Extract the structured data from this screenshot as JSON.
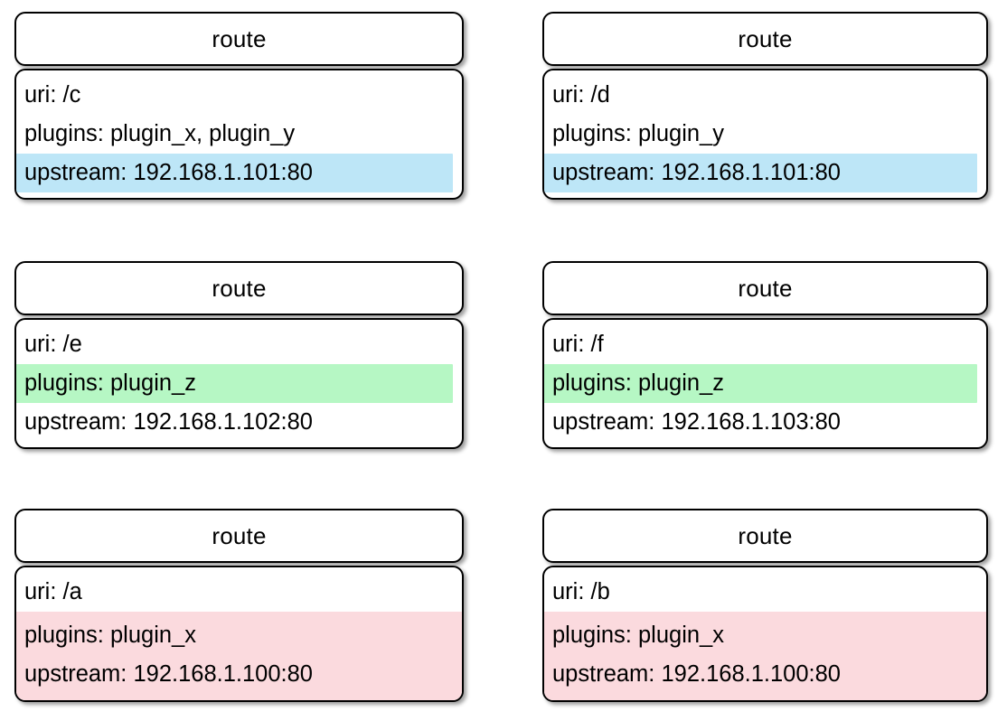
{
  "diagram": {
    "type": "uml-class-boxes",
    "node_title": "route",
    "colors": {
      "highlight_blue": "#bde6f7",
      "highlight_green": "#b6f7c4",
      "highlight_pink": "#fbdade",
      "border": "#000000",
      "background": "#ffffff",
      "text": "#000000"
    },
    "nodes": [
      {
        "id": "route-c",
        "title": "route",
        "rows": [
          {
            "text": "uri: /c",
            "highlight": "none"
          },
          {
            "text": "plugins: plugin_x, plugin_y",
            "highlight": "none"
          },
          {
            "text": "upstream: 192.168.1.101:80",
            "highlight": "blue"
          }
        ]
      },
      {
        "id": "route-d",
        "title": "route",
        "rows": [
          {
            "text": "uri: /d",
            "highlight": "none"
          },
          {
            "text": "plugins: plugin_y",
            "highlight": "none"
          },
          {
            "text": "upstream: 192.168.1.101:80",
            "highlight": "blue"
          }
        ]
      },
      {
        "id": "route-e",
        "title": "route",
        "rows": [
          {
            "text": "uri: /e",
            "highlight": "none"
          },
          {
            "text": "plugins: plugin_z",
            "highlight": "green"
          },
          {
            "text": "upstream: 192.168.1.102:80",
            "highlight": "none"
          }
        ]
      },
      {
        "id": "route-f",
        "title": "route",
        "rows": [
          {
            "text": "uri: /f",
            "highlight": "none"
          },
          {
            "text": "plugins: plugin_z",
            "highlight": "green"
          },
          {
            "text": "upstream: 192.168.1.103:80",
            "highlight": "none"
          }
        ]
      },
      {
        "id": "route-a",
        "title": "route",
        "rows": [
          {
            "text": "uri: /a",
            "highlight": "none"
          },
          {
            "text": "plugins: plugin_x",
            "highlight": "pink-group"
          },
          {
            "text": "upstream: 192.168.1.100:80",
            "highlight": "pink-group"
          }
        ]
      },
      {
        "id": "route-b",
        "title": "route",
        "rows": [
          {
            "text": "uri: /b",
            "highlight": "none"
          },
          {
            "text": "plugins: plugin_x",
            "highlight": "pink-group"
          },
          {
            "text": "upstream: 192.168.1.100:80",
            "highlight": "pink-group"
          }
        ]
      }
    ]
  }
}
